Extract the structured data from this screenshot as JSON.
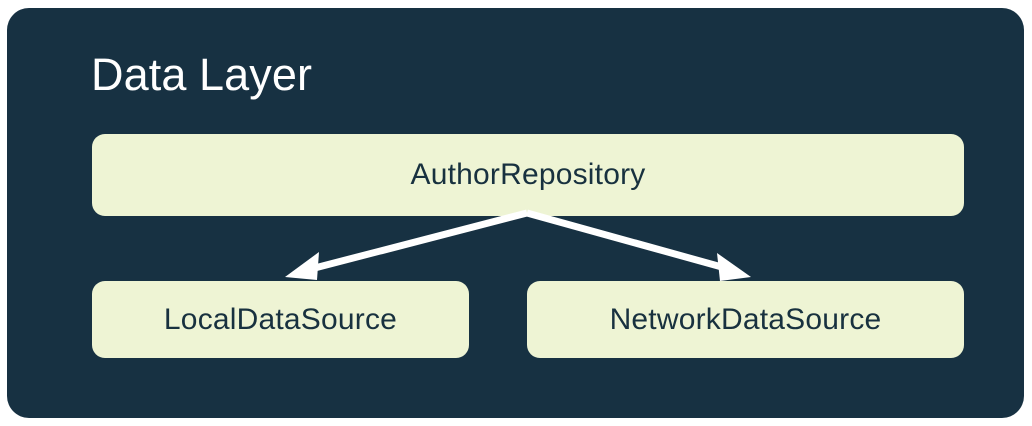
{
  "diagram": {
    "title": "Data Layer",
    "container_color": "#173142",
    "node_fill_color": "#eef4d4",
    "node_text_color": "#18313f",
    "edge_color": "#ffffff",
    "title_color": "#ffffff",
    "page_background": "#ffffff",
    "nodes": [
      {
        "id": "repository",
        "label": "AuthorRepository",
        "row": "top"
      },
      {
        "id": "local",
        "label": "LocalDataSource",
        "row": "bottom"
      },
      {
        "id": "network",
        "label": "NetworkDataSource",
        "row": "bottom"
      }
    ],
    "edges": [
      {
        "from": "repository",
        "to": "local",
        "style": "arrow",
        "direction": "down-left"
      },
      {
        "from": "repository",
        "to": "network",
        "style": "arrow",
        "direction": "down-right"
      }
    ]
  }
}
